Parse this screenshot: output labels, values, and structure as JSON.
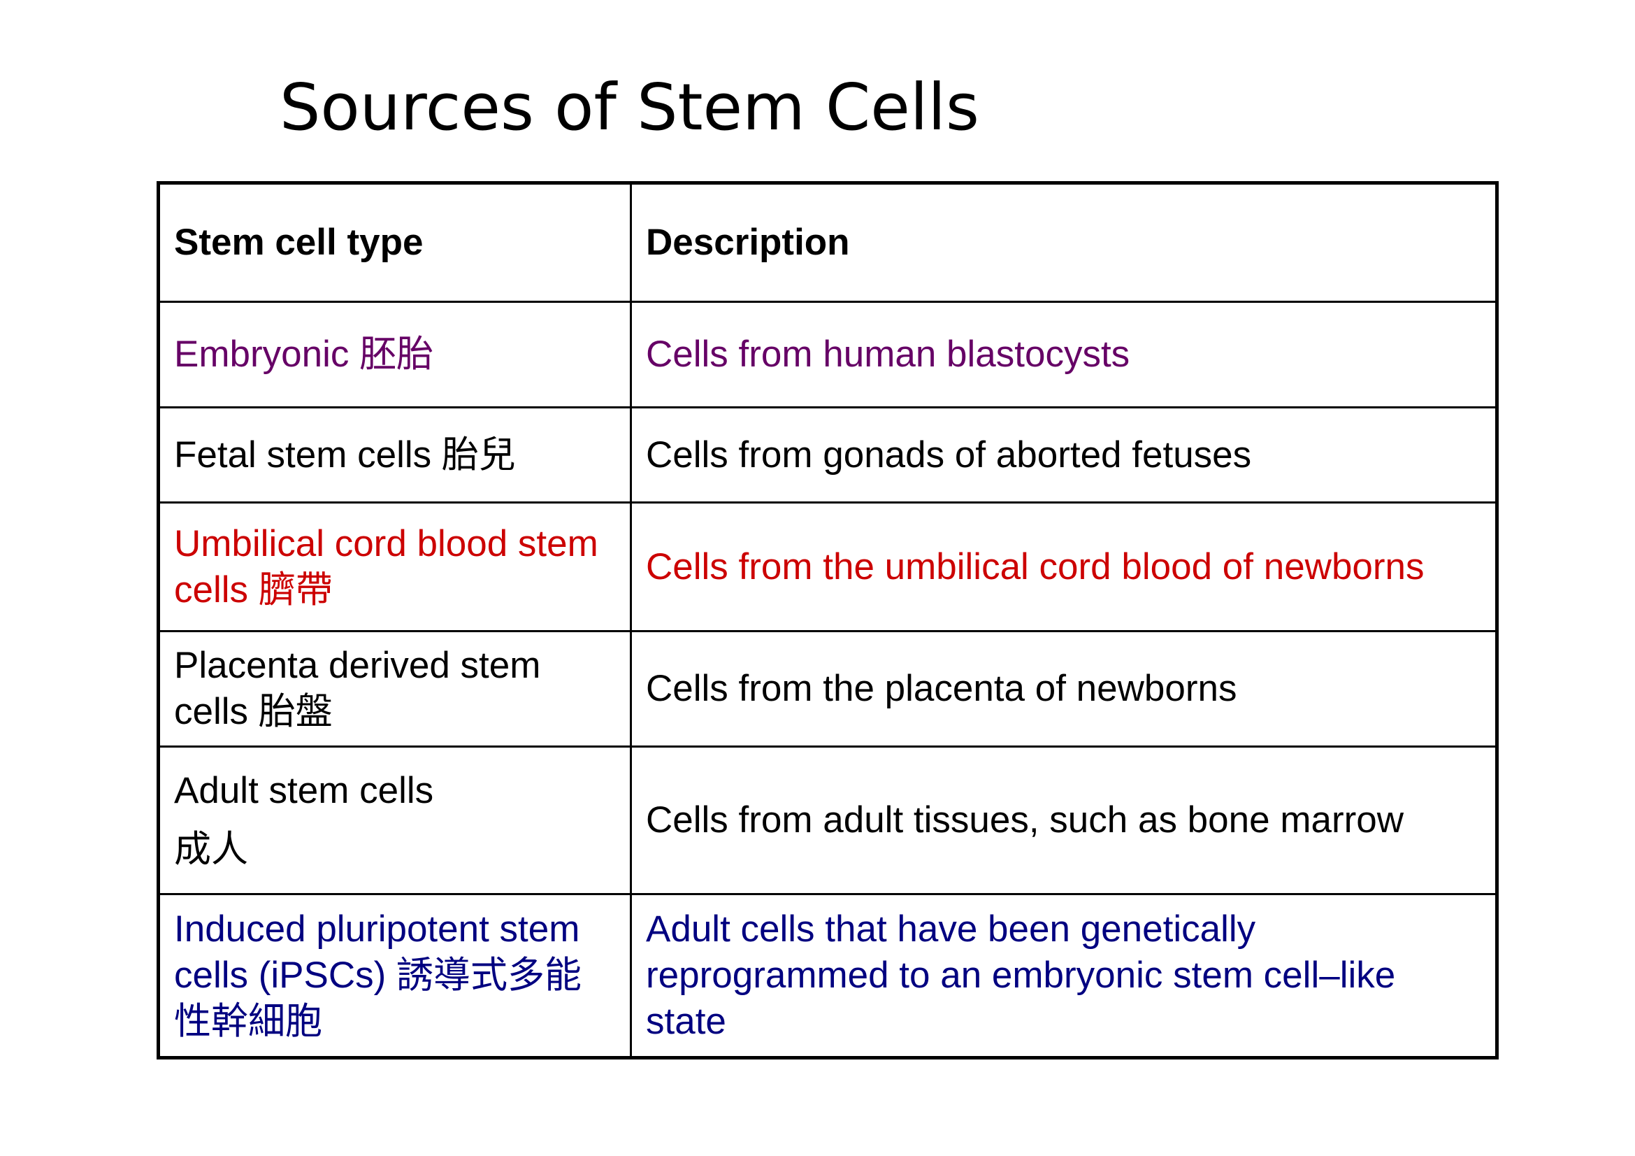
{
  "title": "Sources of Stem Cells",
  "table": {
    "headers": [
      "Stem cell type",
      "Description"
    ],
    "rows": [
      {
        "type": "Embryonic",
        "type_zh": "胚胎",
        "description": "Cells from human blastocysts",
        "color": "#660066"
      },
      {
        "type": "Fetal stem cells",
        "type_zh": "胎兒",
        "description": "Cells from gonads of aborted fetuses",
        "color": "#000000"
      },
      {
        "type": "Umbilical cord blood stem cells",
        "type_zh": "臍帶",
        "description": "Cells from the umbilical cord blood of newborns",
        "color": "#cc0000"
      },
      {
        "type": "Placenta derived stem cells",
        "type_zh": "胎盤",
        "description": "Cells from the placenta of newborns",
        "color": "#000000"
      },
      {
        "type": "Adult stem cells",
        "type_zh": "成人",
        "description": "Cells from adult tissues, such as bone marrow",
        "color": "#000000"
      },
      {
        "type": "Induced pluripotent stem cells (iPSCs)",
        "type_zh": "誘導式多能性幹細胞",
        "description": "Adult cells that have been genetically reprogrammed to an embryonic stem cell–like state",
        "color": "#000080"
      }
    ]
  }
}
